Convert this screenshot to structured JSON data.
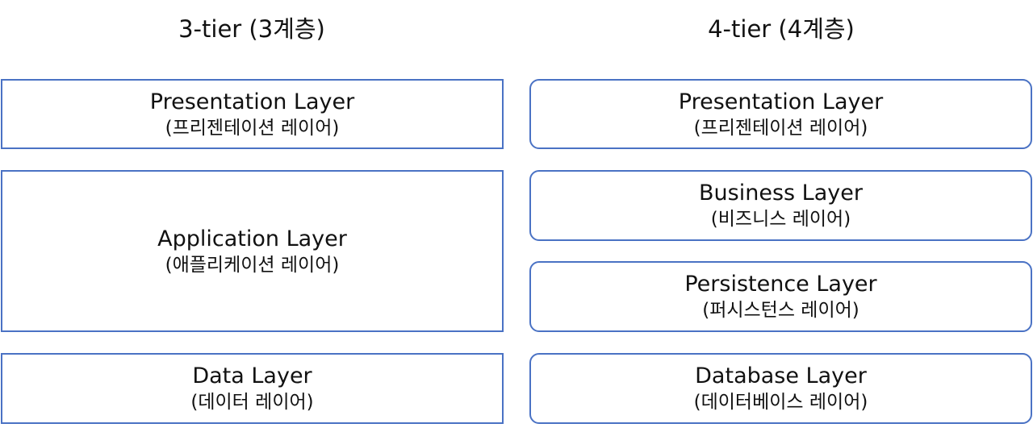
{
  "three_tier": {
    "title": "3-tier (3계층)",
    "layers": [
      {
        "name": "Presentation Layer",
        "sub": "(프리젠테이션 레이어)"
      },
      {
        "name": "Application Layer",
        "sub": "(애플리케이션 레이어)"
      },
      {
        "name": "Data Layer",
        "sub": "(데이터 레이어)"
      }
    ]
  },
  "four_tier": {
    "title": "4-tier (4계층)",
    "layers": [
      {
        "name": "Presentation Layer",
        "sub": "(프리젠테이션 레이어)"
      },
      {
        "name": "Business Layer",
        "sub": "(비즈니스 레이어)"
      },
      {
        "name": "Persistence Layer",
        "sub": "(퍼시스턴스 레이어)"
      },
      {
        "name": "Database Layer",
        "sub": "(데이터베이스 레이어)"
      }
    ]
  },
  "colors": {
    "box_border": "#4a72c4",
    "text": "#111111",
    "background": "#ffffff"
  }
}
